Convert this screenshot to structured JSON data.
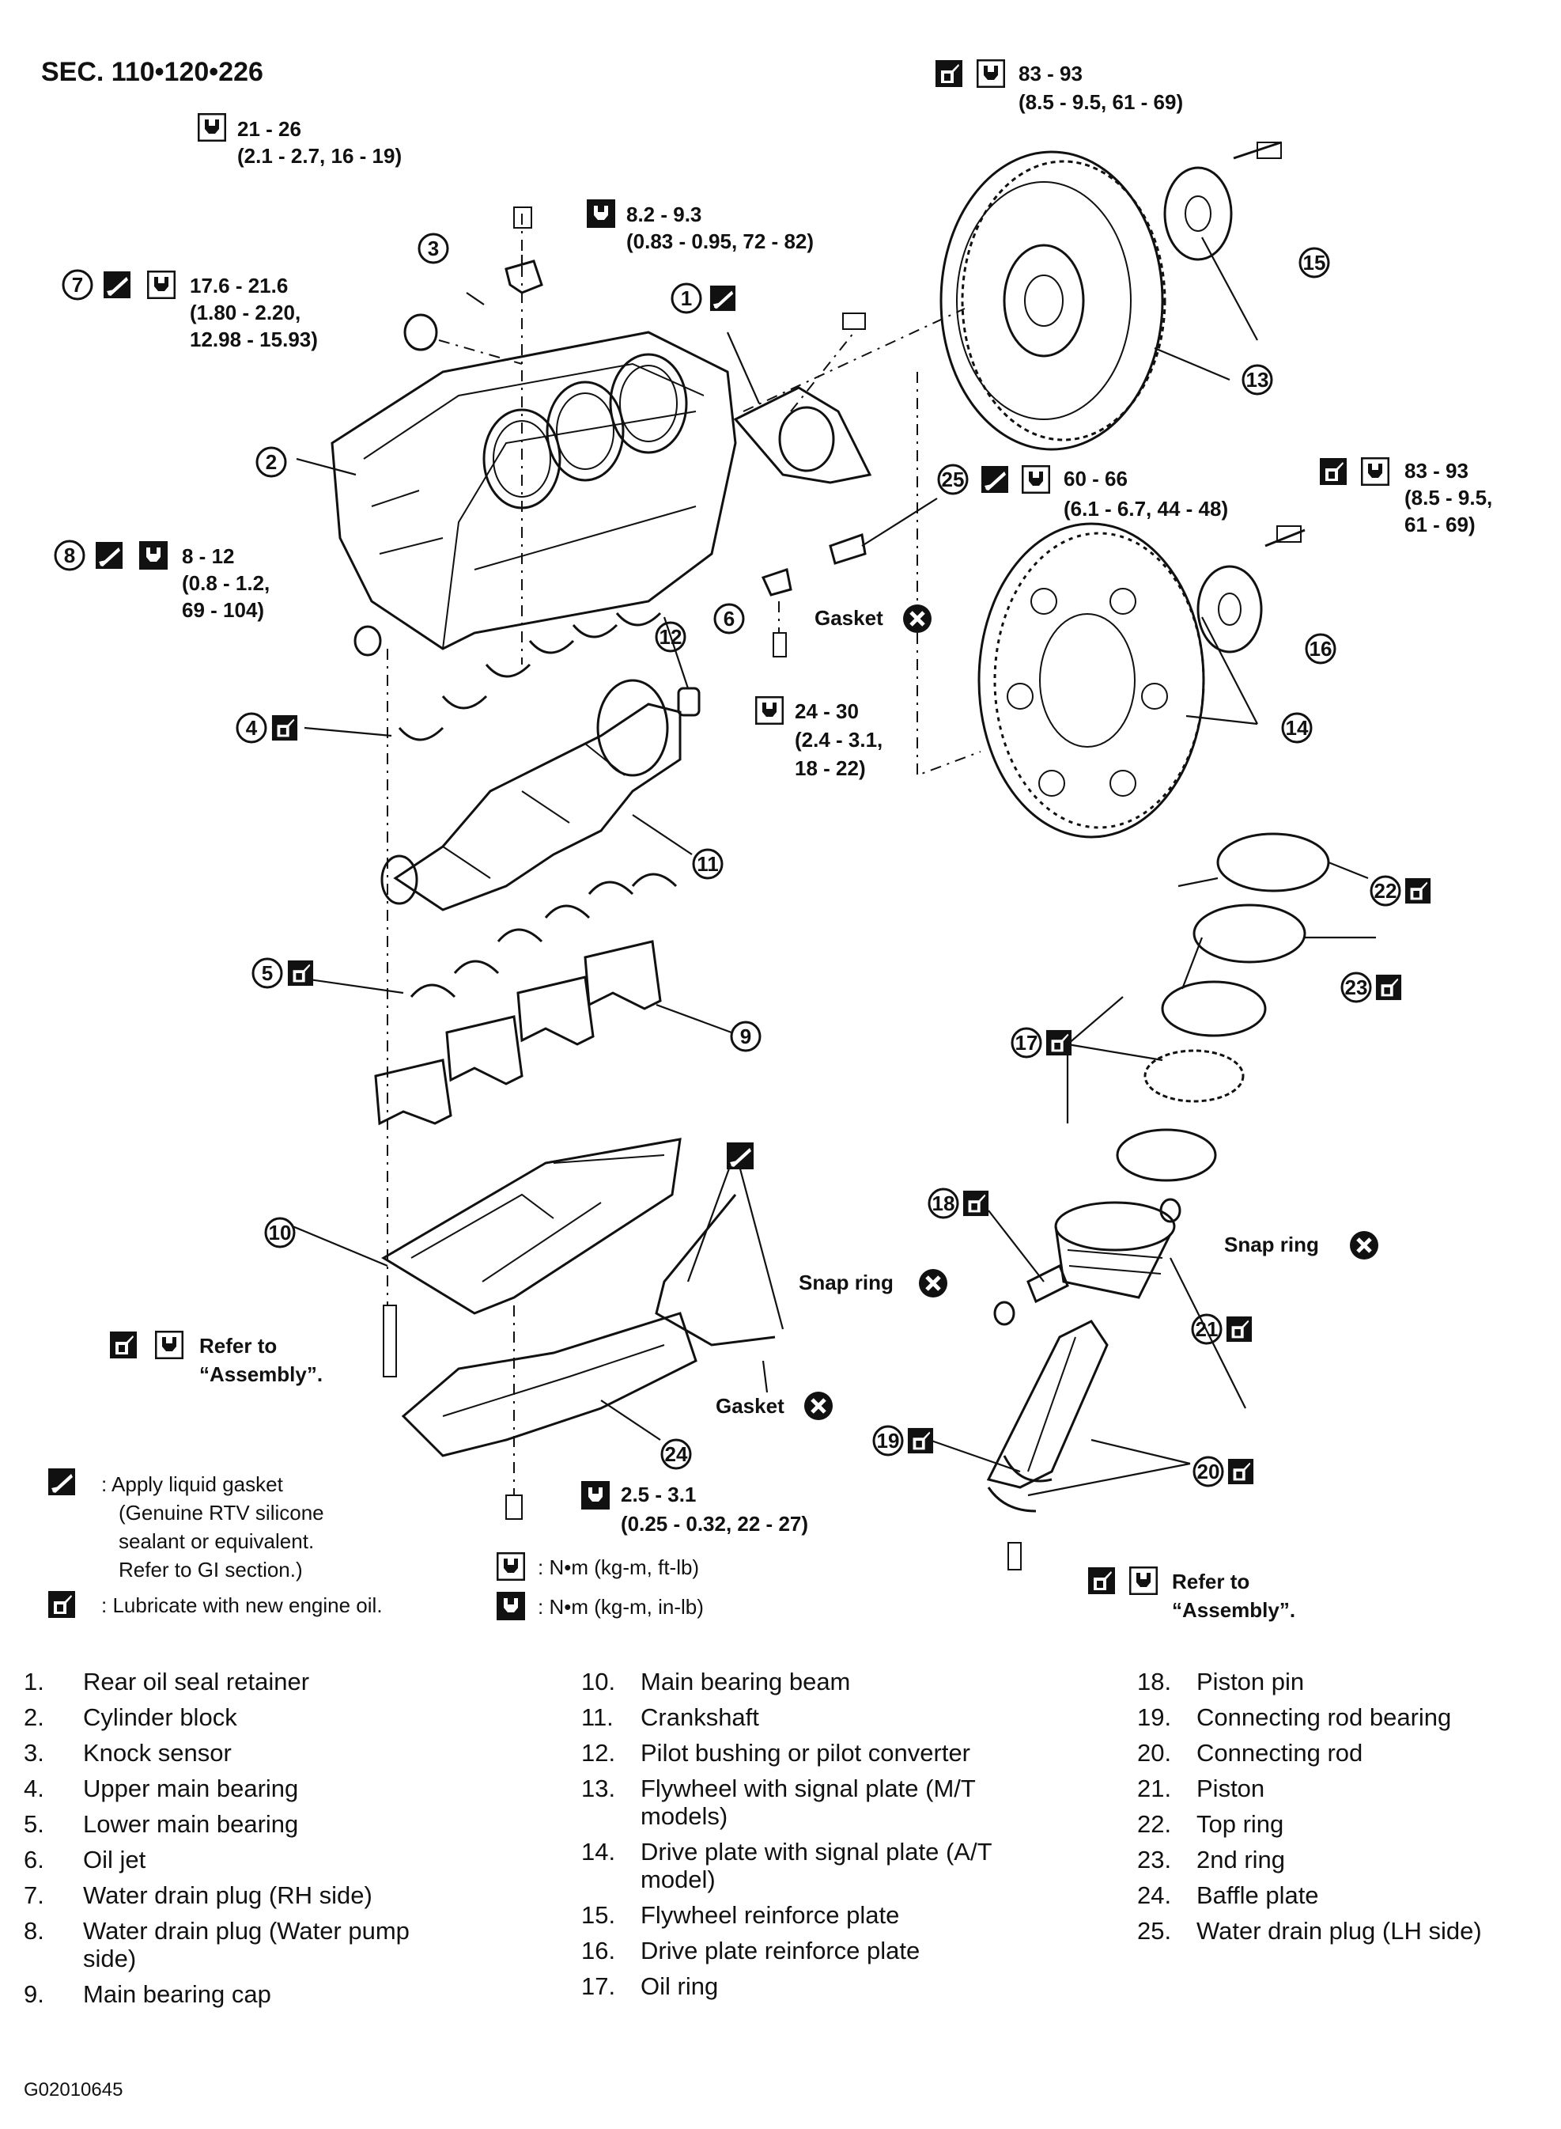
{
  "section_title": "SEC. 110•120•226",
  "figure_code": "G02010645",
  "torques": {
    "t_flywheel_bolt_mt": [
      "83 - 93",
      "(8.5 - 9.5, 61 - 69)"
    ],
    "t_knock_sensor": [
      "21 - 26",
      "(2.1 - 2.7, 16 - 19)"
    ],
    "t_rear_seal": [
      "8.2 - 9.3",
      "(0.83 - 0.95, 72 - 82)"
    ],
    "t_plug_rh": [
      "17.6 - 21.6",
      "(1.80 - 2.20,",
      "12.98 - 15.93)"
    ],
    "t_plug_lh": [
      "60 - 66",
      "(6.1 - 6.7, 44 - 48)"
    ],
    "t_driveplate_bolt": [
      "83 - 93",
      "(8.5 - 9.5,",
      "61 - 69)"
    ],
    "t_plug_wp": [
      "8 - 12",
      "(0.8 - 1.2,",
      "69 - 104)"
    ],
    "t_oil_jet": [
      "24 - 30",
      "(2.4 - 3.1,",
      "18 - 22)"
    ],
    "t_baffle": [
      "2.5 - 3.1",
      "(0.25 - 0.32, 22 - 27)"
    ]
  },
  "callouts": {
    "refer_assembly": [
      "Refer to",
      "“Assembly”."
    ],
    "gasket": "Gasket",
    "snap_ring": "Snap ring"
  },
  "legend": {
    "liquid_gasket": [
      ": Apply liquid gasket",
      "(Genuine RTV silicone",
      "sealant or equivalent.",
      "Refer to GI section.)"
    ],
    "lubricate": ": Lubricate with new engine oil.",
    "nm_ftlb": ": N•m (kg-m, ft-lb)",
    "nm_inlb": ": N•m (kg-m, in-lb)"
  },
  "parts": [
    {
      "n": "1.",
      "name": "Rear oil seal retainer"
    },
    {
      "n": "2.",
      "name": "Cylinder block"
    },
    {
      "n": "3.",
      "name": "Knock sensor"
    },
    {
      "n": "4.",
      "name": "Upper main bearing"
    },
    {
      "n": "5.",
      "name": "Lower main bearing"
    },
    {
      "n": "6.",
      "name": "Oil jet"
    },
    {
      "n": "7.",
      "name": "Water drain plug (RH side)"
    },
    {
      "n": "8.",
      "name": "Water drain plug (Water pump side)"
    },
    {
      "n": "9.",
      "name": "Main bearing cap"
    },
    {
      "n": "10.",
      "name": "Main bearing beam"
    },
    {
      "n": "11.",
      "name": "Crankshaft"
    },
    {
      "n": "12.",
      "name": "Pilot bushing or pilot converter"
    },
    {
      "n": "13.",
      "name": "Flywheel with signal plate (M/T models)"
    },
    {
      "n": "14.",
      "name": "Drive plate with signal plate (A/T model)"
    },
    {
      "n": "15.",
      "name": "Flywheel reinforce plate"
    },
    {
      "n": "16.",
      "name": "Drive plate reinforce plate"
    },
    {
      "n": "17.",
      "name": "Oil ring"
    },
    {
      "n": "18.",
      "name": "Piston pin"
    },
    {
      "n": "19.",
      "name": "Connecting rod bearing"
    },
    {
      "n": "20.",
      "name": "Connecting rod"
    },
    {
      "n": "21.",
      "name": "Piston"
    },
    {
      "n": "22.",
      "name": "Top ring"
    },
    {
      "n": "23.",
      "name": "2nd ring"
    },
    {
      "n": "24.",
      "name": "Baffle plate"
    },
    {
      "n": "25.",
      "name": "Water drain plug (LH side)"
    }
  ],
  "diagram_numbers": [
    "1",
    "2",
    "3",
    "4",
    "5",
    "6",
    "7",
    "8",
    "9",
    "10",
    "11",
    "12",
    "13",
    "14",
    "15",
    "16",
    "17",
    "18",
    "19",
    "20",
    "21",
    "22",
    "23",
    "24",
    "25"
  ]
}
